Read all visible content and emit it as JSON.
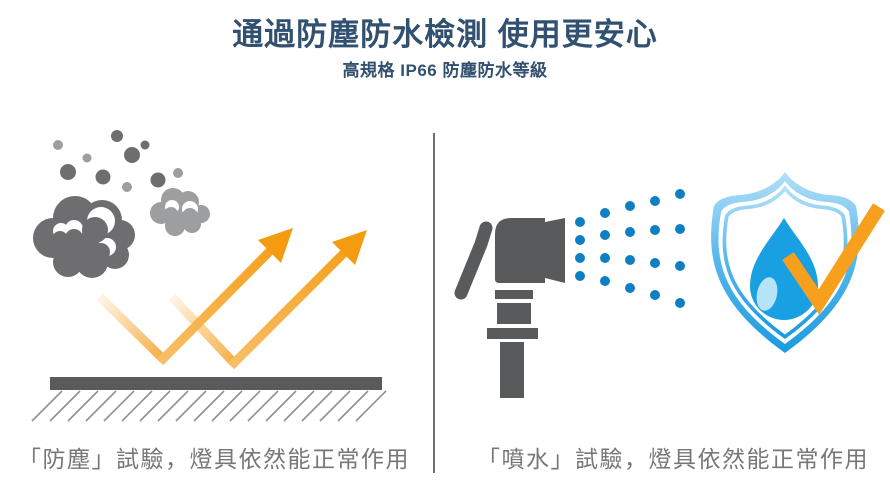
{
  "header": {
    "title": "通過防塵防水檢測 使用更安心",
    "subtitle": "高規格 IP66 防塵防水等級"
  },
  "panels": {
    "dust": {
      "caption": "「防塵」試驗，燈具依然能正常作用",
      "icons": [
        "dust-cloud-large-icon",
        "dust-cloud-small-icon",
        "dust-particles-icon",
        "bounce-arrows-icon",
        "surface-bar",
        "surface-hatching"
      ]
    },
    "water": {
      "caption": "「噴水」試驗，燈具依然能正常作用",
      "icons": [
        "spray-nozzle-icon",
        "water-spray-dots-icon",
        "shield-icon",
        "water-drop-icon",
        "check-mark-icon"
      ]
    }
  },
  "colors": {
    "title_navy": "#32506F",
    "caption_gray": "#777777",
    "steel_gray": "#595A5C",
    "cloud_dark": "#6E6E70",
    "cloud_light": "#9D9EA0",
    "hatch_gray": "#8E9092",
    "arrow_orange": "#F49B10",
    "arrow_orange_mid": "#F8BE66",
    "arrow_orange_pale": "#F6AF45",
    "spray_blue": "#0E7FC2",
    "shield_blue_light": "#B4E0F8",
    "shield_blue_mid": "#54B6EC",
    "shield_blue": "#1B9BDF",
    "drop_blue": "#18A0E2",
    "drop_highlight": "#B5E3F8",
    "check_orange": "#F6A01E",
    "divider_gray": "#6E6E6E",
    "page_bg": "#FFFFFF"
  }
}
